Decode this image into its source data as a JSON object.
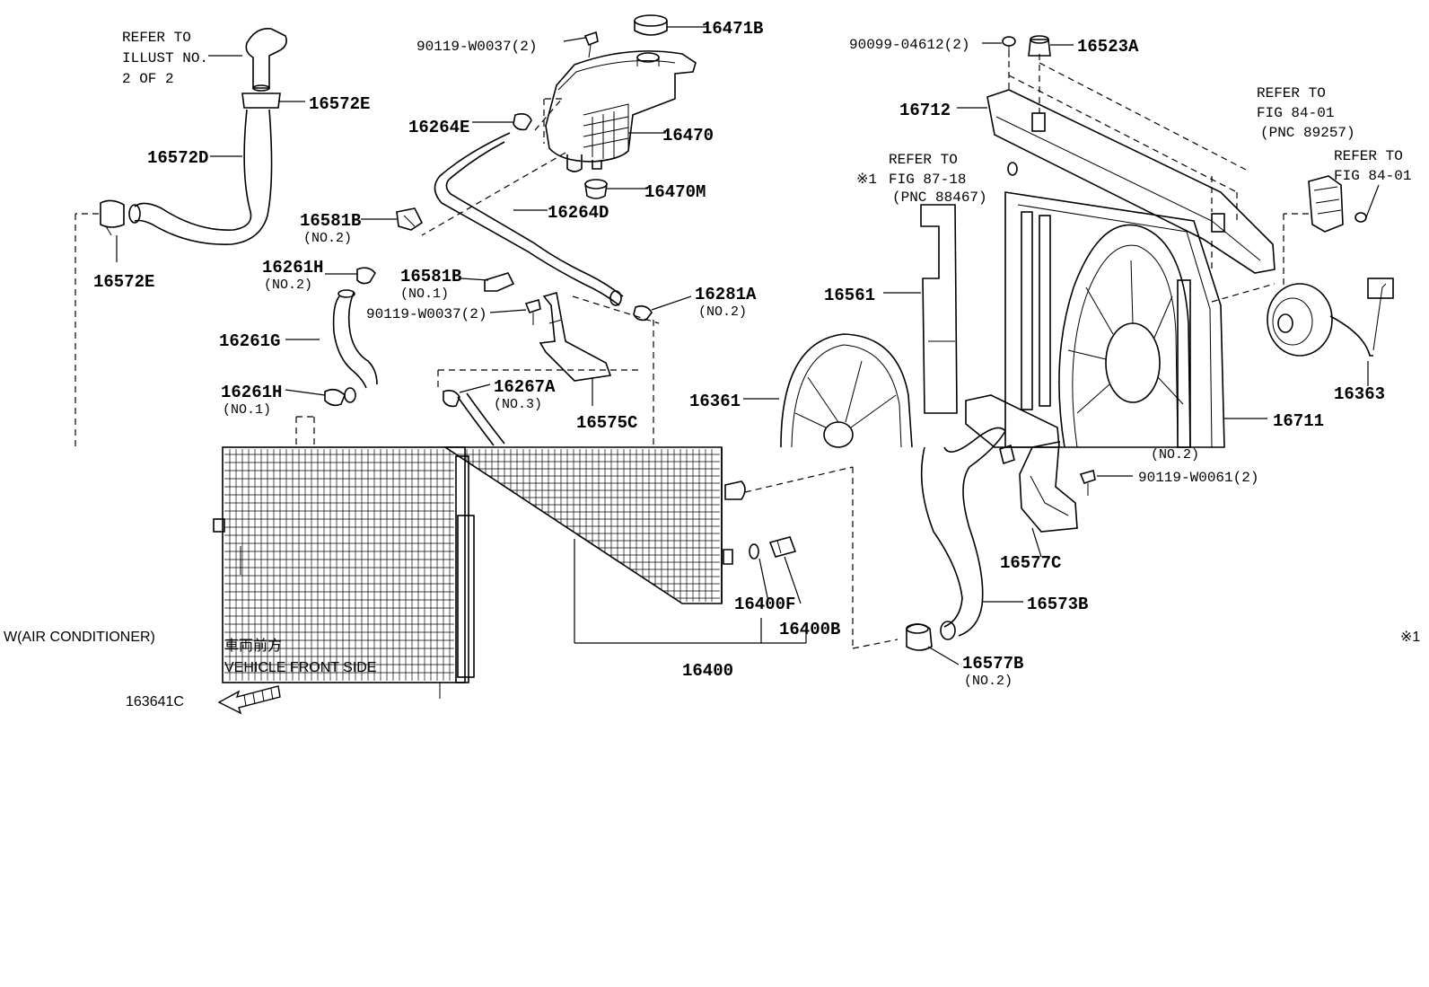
{
  "callouts": {
    "c16471B": "16471B",
    "c90119_W0037_top": "90119-W0037(2)",
    "c16264E": "16264E",
    "c16470": "16470",
    "c16470M": "16470M",
    "c16264D": "16264D",
    "c16581B_no2": "16581B",
    "c16581B_no1": "16581B",
    "c16261H_no2": "16261H",
    "c16261G": "16261G",
    "c16261H_no1": "16261H",
    "c90119_W0037_mid": "90119-W0037(2)",
    "c16267A": "16267A",
    "c16575C": "16575C",
    "c16281A": "16281A",
    "c16572E_top": "16572E",
    "c16572D": "16572D",
    "c16572E_left": "16572E",
    "c90099_04612": "90099-04612(2)",
    "c16523A": "16523A",
    "c16712": "16712",
    "c16561": "16561",
    "c16361": "16361",
    "c16711": "16711",
    "c16363": "16363",
    "c90119_W0061": "90119-W0061(2)",
    "c16577C": "16577C",
    "c16573B": "16573B",
    "c16577B": "16577B",
    "c16400F": "16400F",
    "c16400B": "16400B",
    "c16400": "16400",
    "c163641C": "163641C"
  },
  "subs": {
    "s16581B_no2": "(NO.2)",
    "s16581B_no1": "(NO.1)",
    "s16261H_no2": "(NO.2)",
    "s16261H_no1": "(NO.1)",
    "s16267A": "(NO.3)",
    "s16281A": "(NO.2)",
    "s16577B": "(NO.2)",
    "s_fan_no2": "(NO.2)"
  },
  "refs": {
    "illust_line1": "REFER TO",
    "illust_line2": "ILLUST NO.",
    "illust_line3": "2 OF 2",
    "fig8718_line1": "REFER TO",
    "fig8718_line2": "FIG 87-18",
    "fig8718_line3": "(PNC 88467)",
    "fig8718_mark": "※1",
    "fig8401a_line1": "REFER TO",
    "fig8401a_line2": "FIG 84-01",
    "fig8401a_line3": "(PNC 89257)",
    "fig8401b_line1": "REFER TO",
    "fig8401b_line2": "FIG 84-01"
  },
  "notes": {
    "air_conditioner": "W(AIR CONDITIONER)",
    "front_jp": "車両前方",
    "front_en": "VEHICLE FRONT SIDE",
    "footnote_mark": "※1"
  }
}
